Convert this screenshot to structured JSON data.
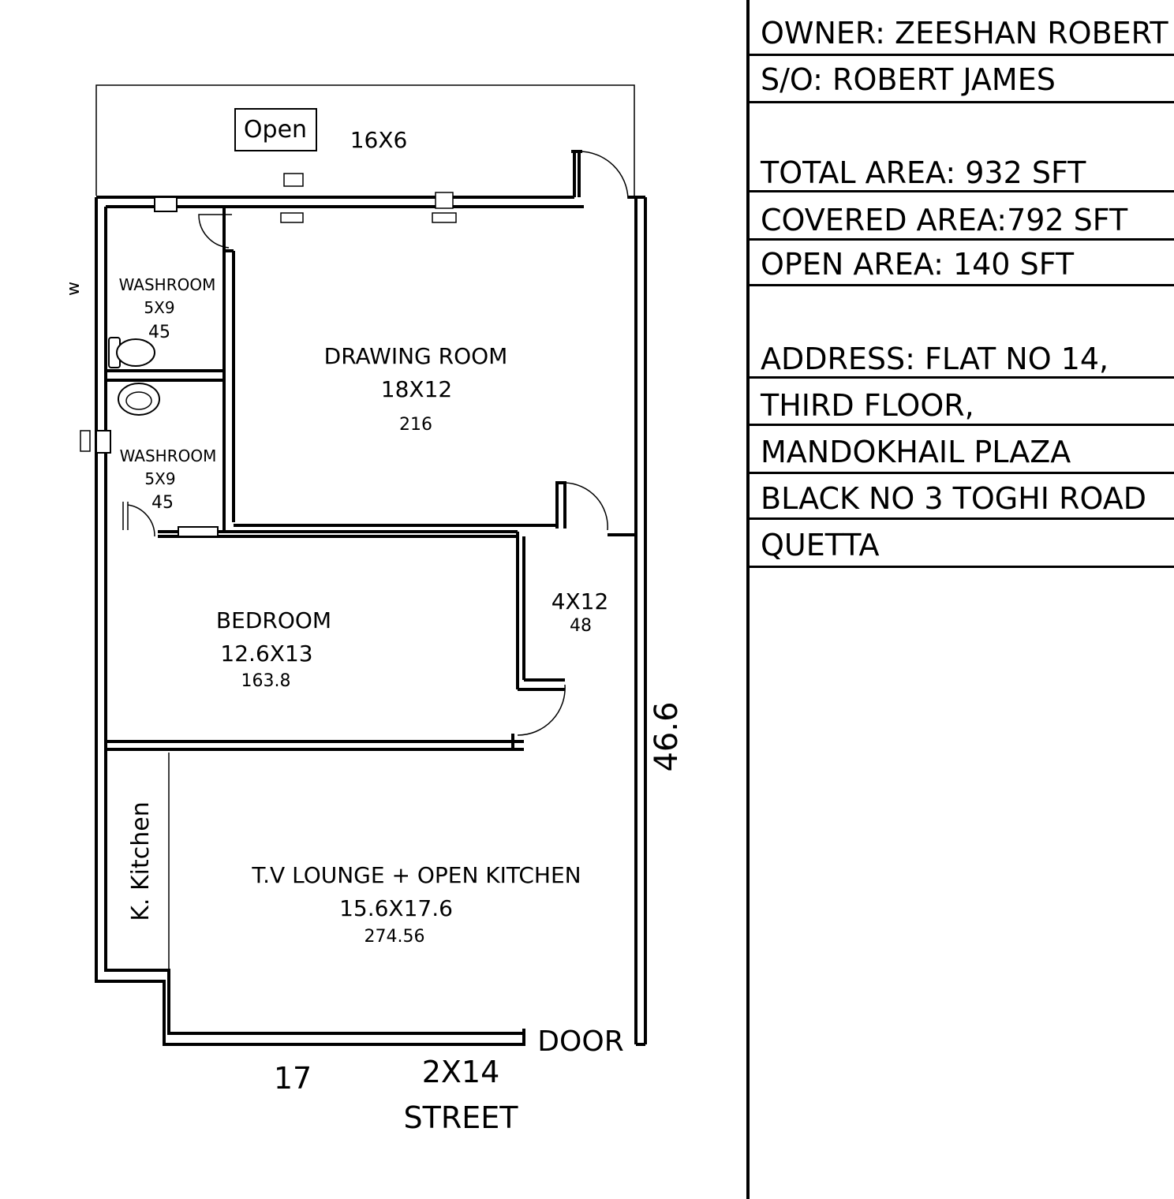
{
  "plan": {
    "open_label": "Open",
    "terrace_size": "16X6",
    "side_mark": "w",
    "rooms": [
      {
        "id": "washroom-1",
        "name": "WASHROOM",
        "size": "5X9",
        "area": "45"
      },
      {
        "id": "washroom-2",
        "name": "WASHROOM",
        "size": "5X9",
        "area": "45"
      },
      {
        "id": "drawing-room",
        "name": "DRAWING ROOM",
        "size": "18X12",
        "area": "216"
      },
      {
        "id": "bedroom",
        "name": "BEDROOM",
        "size": "12.6X13",
        "area": "163.8"
      },
      {
        "id": "passage",
        "size": "4X12",
        "area": "48"
      },
      {
        "id": "tv-lounge",
        "name": "T.V LOUNGE + OPEN KITCHEN",
        "size": "15.6X17.6",
        "area": "274.56"
      }
    ],
    "kitchen_label": "K. Kitchen",
    "door_label": "DOOR",
    "depth_dimension": "46.6",
    "width_dimension": "17",
    "street_size": "2X14",
    "street_label": "STREET"
  },
  "info": {
    "owner": "OWNER: ZEESHAN ROBERT",
    "father": "S/O: ROBERT JAMES",
    "total_area": "TOTAL AREA: 932 SFT",
    "covered_area": "COVERED AREA:792 SFT",
    "open_area": "OPEN AREA:  140 SFT",
    "address_lines": [
      "ADDRESS: FLAT NO 14,",
      "THIRD FLOOR,",
      "MANDOKHAIL PLAZA",
      "BLACK NO 3 TOGHI ROAD",
      "QUETTA"
    ]
  }
}
